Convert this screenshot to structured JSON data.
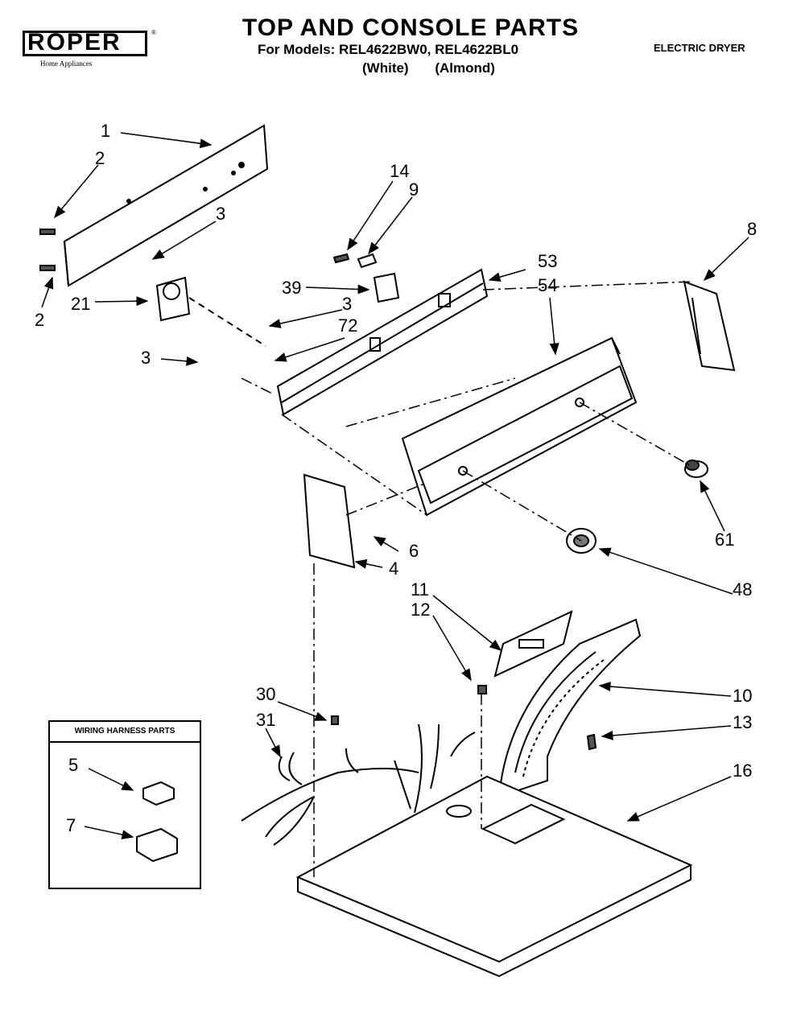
{
  "brand": {
    "name": "ROPER",
    "tm": "®",
    "tagline": "Home Appliances"
  },
  "header": {
    "title": "TOP AND CONSOLE PARTS",
    "models_line": "For Models: REL4622BW0, REL4622BL0",
    "variant_white": "(White)",
    "variant_almond": "(Almond)",
    "product_type": "ELECTRIC DRYER"
  },
  "harness_box": {
    "title": "WIRING HARNESS PARTS"
  },
  "callouts": {
    "c1": "1",
    "c2a": "2",
    "c2b": "2",
    "c3a": "3",
    "c3b": "3",
    "c3c": "3",
    "c4": "4",
    "c5": "5",
    "c6": "6",
    "c7": "7",
    "c8": "8",
    "c9": "9",
    "c10": "10",
    "c11": "11",
    "c12": "12",
    "c13": "13",
    "c14": "14",
    "c16": "16",
    "c21": "21",
    "c30": "30",
    "c31": "31",
    "c39": "39",
    "c48": "48",
    "c53": "53",
    "c54": "54",
    "c61": "61",
    "c72": "72"
  }
}
